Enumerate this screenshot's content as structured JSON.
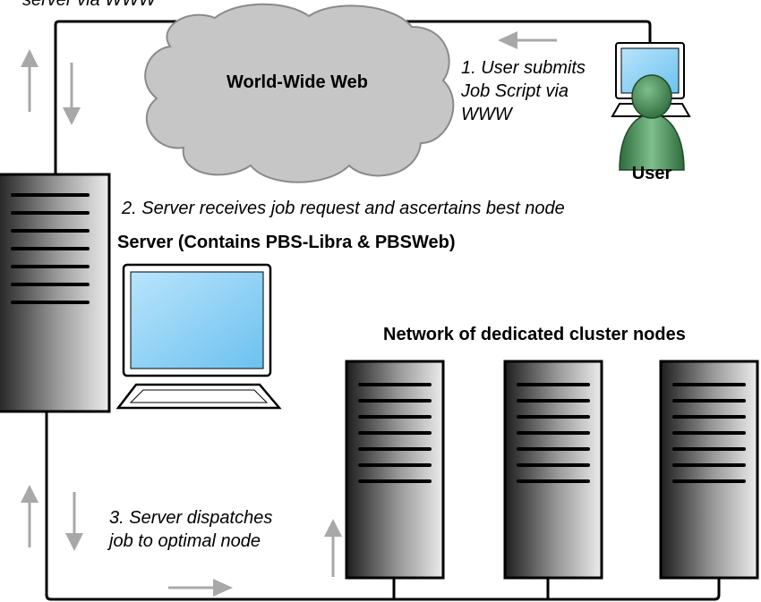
{
  "top_cut_text": "server via WWW",
  "cloud_label": "World-Wide Web",
  "user_label": "User",
  "step1_lines": [
    "1. User submits",
    "Job Script via",
    "WWW"
  ],
  "step2_label": "2. Server receives job request and ascertains best node",
  "server_label": "Server (Contains PBS-Libra & PBSWeb)",
  "cluster_label": "Network of dedicated cluster nodes",
  "step3_lines": [
    "3. Server dispatches",
    "job to optimal node"
  ],
  "colors": {
    "screen_fill": "#8fd0f5",
    "user_figure": "#4b8a5a",
    "arrow": "#a8a8a8",
    "rack_dark": "#1a1a1a",
    "rack_light": "#e8e8e8",
    "cloud_fill": "#c9c9c9"
  }
}
